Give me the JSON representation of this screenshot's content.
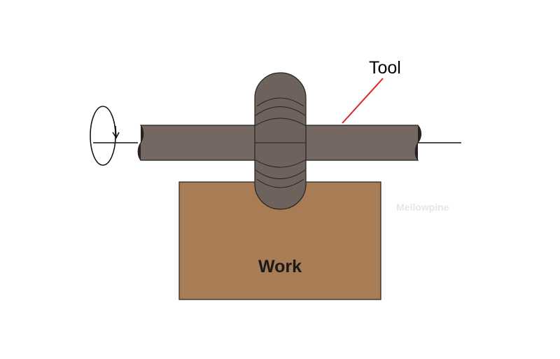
{
  "diagram": {
    "tool_label": "Tool",
    "work_label": "Work",
    "watermark": "Mellowpine",
    "parts": {
      "rotation": "rotation-indicator",
      "shaft": "tool-arbor",
      "cutter": "milling-cutter",
      "workpiece": "workpiece"
    }
  },
  "colors": {
    "shaft": "#756862",
    "cutter": "#6e625d",
    "workpiece": "#a87c55",
    "leader": "#e0232b",
    "outline": "#222222",
    "background": "#ffffff"
  }
}
